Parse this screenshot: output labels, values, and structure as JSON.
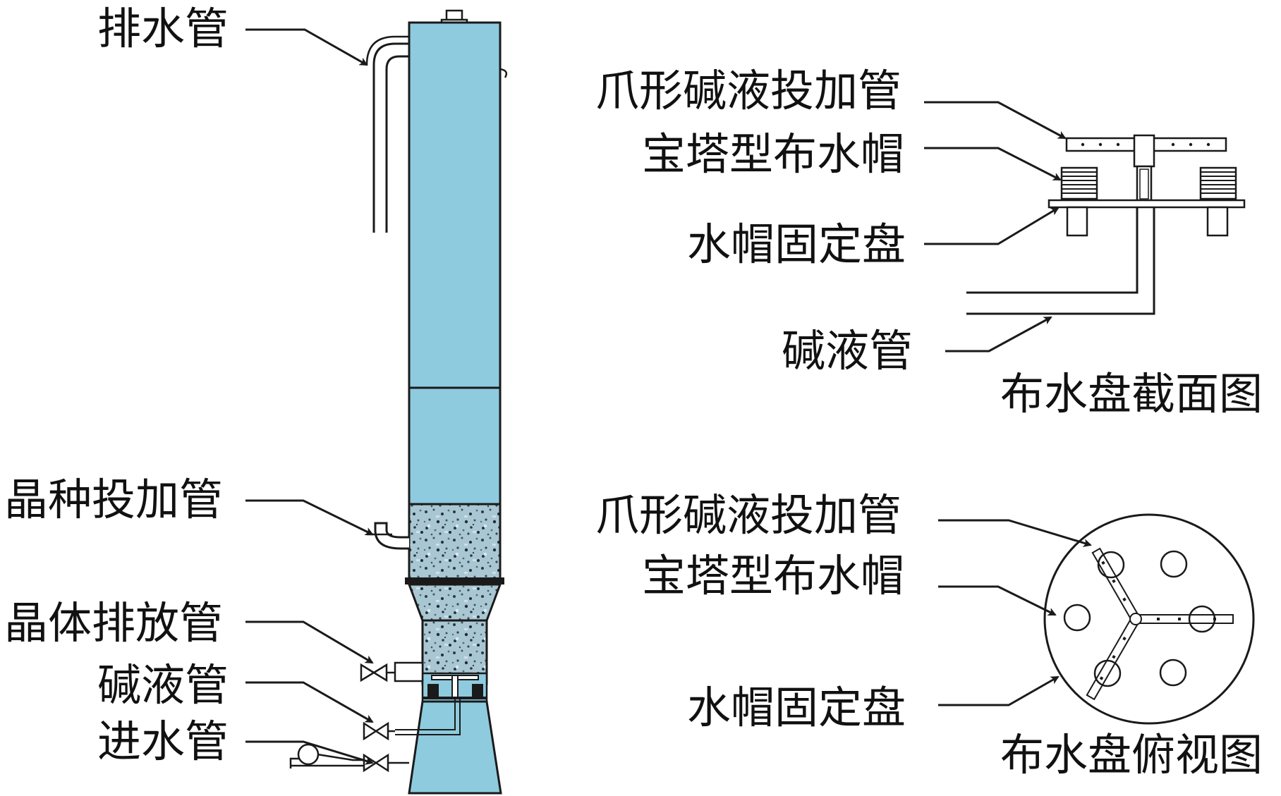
{
  "left_labels": {
    "drain_pipe": "排水管",
    "seed_pipe": "晶种投加管",
    "crystal_discharge": "晶体排放管",
    "alkali_pipe": "碱液管",
    "inlet_pipe": "进水管"
  },
  "section_view": {
    "claw_pipe": "爪形碱液投加管",
    "pagoda_cap": "宝塔型布水帽",
    "cap_plate": "水帽固定盘",
    "alkali_pipe": "碱液管",
    "caption": "布水盘截面图"
  },
  "top_view": {
    "claw_pipe": "爪形碱液投加管",
    "pagoda_cap": "宝塔型布水帽",
    "cap_plate": "水帽固定盘",
    "caption": "布水盘俯视图"
  },
  "colors": {
    "water": "#8ecbdf",
    "outline": "#1a1a1a",
    "granules": "#9ab9c6"
  }
}
